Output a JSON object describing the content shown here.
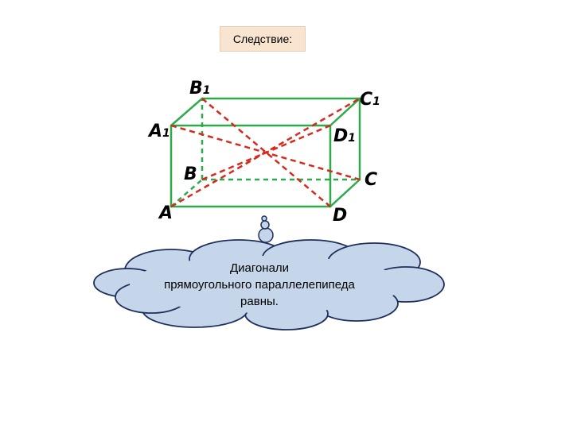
{
  "heading": "Следствие:",
  "vertices": {
    "A": {
      "letter": "A",
      "sub": ""
    },
    "B": {
      "letter": "B",
      "sub": ""
    },
    "C": {
      "letter": "C",
      "sub": ""
    },
    "D": {
      "letter": "D",
      "sub": ""
    },
    "A1": {
      "letter": "A",
      "sub": "1"
    },
    "B1": {
      "letter": "B",
      "sub": "1"
    },
    "C1": {
      "letter": "C",
      "sub": "1"
    },
    "D1": {
      "letter": "D",
      "sub": "1"
    }
  },
  "cloud": {
    "lines": [
      "Диагонали",
      "прямоугольного параллелепипеда",
      "равны."
    ]
  },
  "colors": {
    "edges": "#2eaa4a",
    "diagonals": "#d62a1e",
    "cloud_fill": "#c5d6ea",
    "cloud_stroke": "#1f2f5c",
    "heading_bg": "#f8e4cf"
  }
}
